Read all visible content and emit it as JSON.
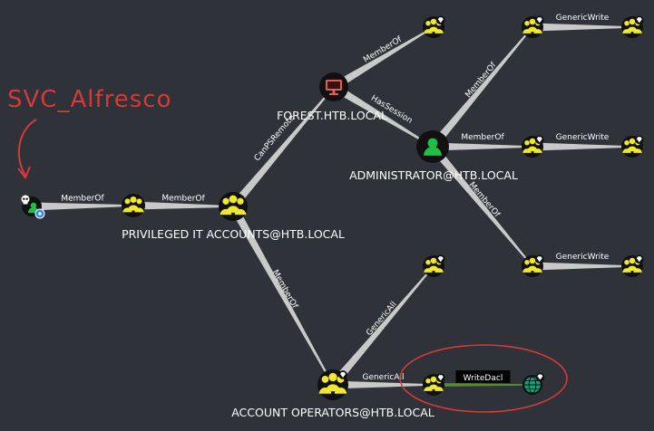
{
  "annotation": {
    "text": "SVC_Alfresco",
    "color": "#d33a3a"
  },
  "colors": {
    "background": "#2f3238",
    "group_node": "#f0e82e",
    "user_node": "#1fbf45",
    "computer_node": "#e15d5d",
    "domain_node": "#14a07a",
    "edge": "#c9c9c9",
    "highlight_edge": "#5a8a2c"
  },
  "nodes": [
    {
      "id": "svc",
      "type": "user-owned",
      "icon": "user-owned-icon",
      "label": ""
    },
    {
      "id": "g1",
      "type": "group",
      "icon": "group-icon",
      "label": ""
    },
    {
      "id": "priv",
      "type": "group",
      "icon": "group-icon",
      "label": "PRIVILEGED IT ACCOUNTS@HTB.LOCAL"
    },
    {
      "id": "forest",
      "type": "computer",
      "icon": "computer-icon",
      "label": "FOREST.HTB.LOCAL"
    },
    {
      "id": "admin",
      "type": "user",
      "icon": "user-icon",
      "label": "ADMINISTRATOR@HTB.LOCAL"
    },
    {
      "id": "acctops",
      "type": "group",
      "icon": "group-icon",
      "label": "ACCOUNT OPERATORS@HTB.LOCAL"
    },
    {
      "id": "g_top",
      "type": "group",
      "icon": "group-icon",
      "label": ""
    },
    {
      "id": "g_r1a",
      "type": "group",
      "icon": "group-icon",
      "label": ""
    },
    {
      "id": "g_r1b",
      "type": "group",
      "icon": "group-icon",
      "label": ""
    },
    {
      "id": "g_r2a",
      "type": "group",
      "icon": "group-icon",
      "label": ""
    },
    {
      "id": "g_r2b",
      "type": "group",
      "icon": "group-icon",
      "label": ""
    },
    {
      "id": "g_r3a",
      "type": "group",
      "icon": "group-icon",
      "label": ""
    },
    {
      "id": "g_r3b",
      "type": "group",
      "icon": "group-icon",
      "label": ""
    },
    {
      "id": "g_mid",
      "type": "group",
      "icon": "group-icon",
      "label": ""
    },
    {
      "id": "g_bot",
      "type": "group",
      "icon": "group-icon",
      "label": ""
    },
    {
      "id": "domain",
      "type": "domain",
      "icon": "globe-icon",
      "label": ""
    }
  ],
  "edges": [
    {
      "from": "svc",
      "to": "g1",
      "label": "MemberOf"
    },
    {
      "from": "g1",
      "to": "priv",
      "label": "MemberOf"
    },
    {
      "from": "priv",
      "to": "forest",
      "label": "CanPSRemote"
    },
    {
      "from": "forest",
      "to": "g_top",
      "label": "MemberOf"
    },
    {
      "from": "forest",
      "to": "admin",
      "label": "HasSession"
    },
    {
      "from": "admin",
      "to": "g_r1a",
      "label": "MemberOf"
    },
    {
      "from": "admin",
      "to": "g_r2a",
      "label": "MemberOf"
    },
    {
      "from": "admin",
      "to": "g_r3a",
      "label": "MemberOf"
    },
    {
      "from": "g_r1a",
      "to": "g_r1b",
      "label": "GenericWrite"
    },
    {
      "from": "g_r2a",
      "to": "g_r2b",
      "label": "GenericWrite"
    },
    {
      "from": "g_r3a",
      "to": "g_r3b",
      "label": "GenericWrite"
    },
    {
      "from": "priv",
      "to": "acctops",
      "label": "MemberOf"
    },
    {
      "from": "acctops",
      "to": "g_mid",
      "label": "GenericAll"
    },
    {
      "from": "acctops",
      "to": "g_bot",
      "label": "GenericAll"
    },
    {
      "from": "g_bot",
      "to": "domain",
      "label": "WriteDacl",
      "highlight": true
    }
  ]
}
